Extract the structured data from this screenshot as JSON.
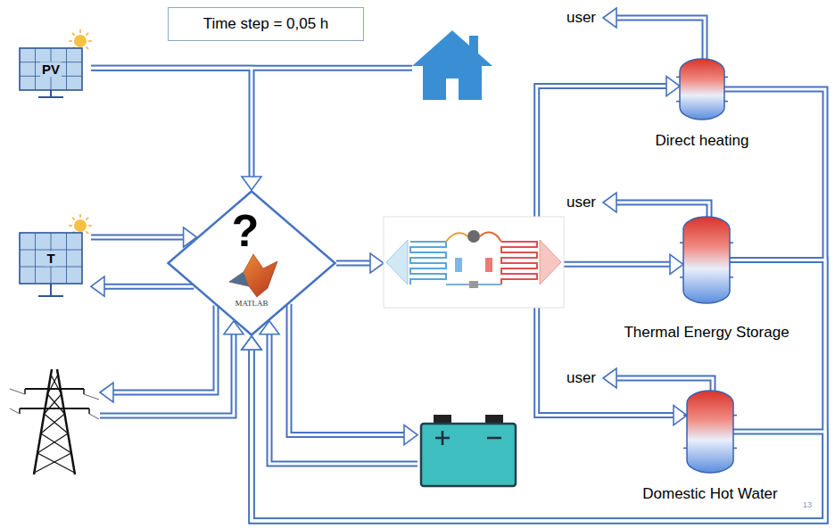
{
  "diagram": {
    "nodes": [
      {
        "text": [
          "Time step = 0,05 h"
        ]
      },
      {
        "text": [
          "PV"
        ]
      },
      {
        "text": []
      },
      {
        "text": [
          "T"
        ]
      },
      {
        "text": [
          "?",
          "MATLAB"
        ]
      },
      {
        "text": []
      },
      {
        "text": [
          "Direct heating"
        ]
      },
      {
        "text": [
          "Thermal Energy Storage"
        ]
      },
      {
        "text": [
          "Domestic Hot Water"
        ]
      },
      {
        "text": []
      },
      {
        "text": []
      }
    ],
    "edges": [
      {
        "from": 1,
        "to": 2,
        "arrow": "none"
      },
      {
        "from": 1,
        "to": 4,
        "arrow": "to"
      },
      {
        "from": 3,
        "to": 4,
        "arrow": "to"
      },
      {
        "from": 4,
        "to": 3,
        "arrow": "to"
      },
      {
        "from": 4,
        "to": 5,
        "arrow": "to"
      },
      {
        "from": 5,
        "to": 6,
        "arrow": "to"
      },
      {
        "from": 5,
        "to": 7,
        "arrow": "to"
      },
      {
        "from": 5,
        "to": 8,
        "arrow": "to"
      },
      {
        "from": 4,
        "to": 9,
        "arrow": "to"
      },
      {
        "from": 9,
        "to": 4,
        "arrow": "to"
      },
      {
        "from": 4,
        "to": 10,
        "arrow": "to"
      },
      {
        "from": 10,
        "to": 4,
        "arrow": "to"
      },
      {
        "from": 6,
        "to": 4,
        "arrow": "to"
      },
      {
        "from": 7,
        "to": 4,
        "arrow": "to"
      },
      {
        "from": 8,
        "to": 4,
        "arrow": "to"
      }
    ],
    "labels": [
      "user",
      "user",
      "user",
      "13"
    ]
  }
}
